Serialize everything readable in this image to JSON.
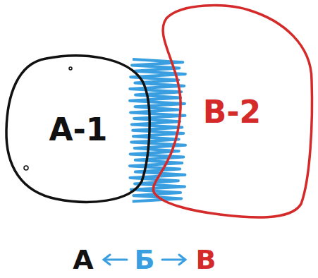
{
  "diagram": {
    "nodes": [
      {
        "text": [
          "А-1"
        ]
      },
      {
        "text": [
          "В-2"
        ]
      }
    ],
    "labels": [
      "А",
      "Б",
      "В"
    ]
  }
}
